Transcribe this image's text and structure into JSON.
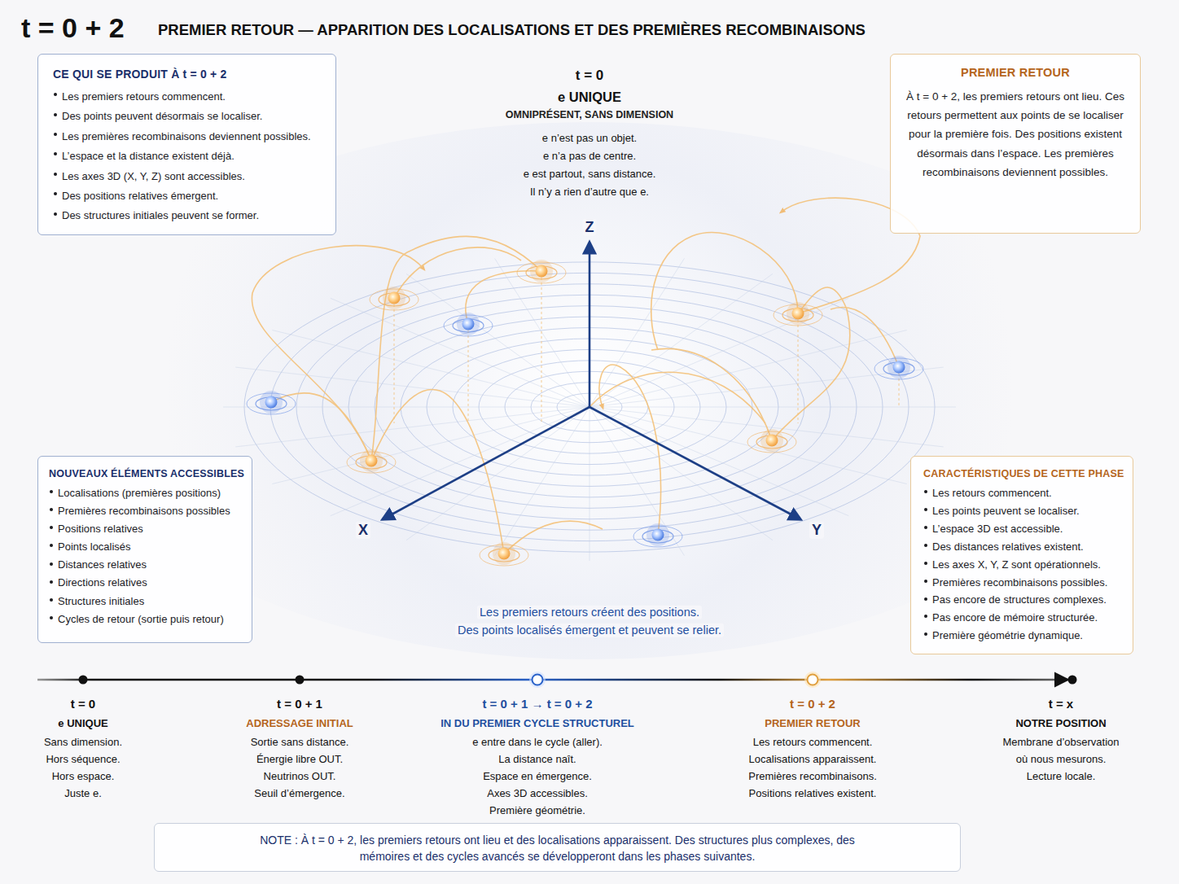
{
  "diagram": {
    "title": "t = 0 + 2",
    "nodes": [
      {
        "text": [
          "CE QUI SE PRODUIT À t = 0 + 2",
          "Les premiers retours commencent.",
          "Des points peuvent désormais se localiser.",
          "Les premières recombinaisons deviennent possibles.",
          "L’espace et la distance existent déjà.",
          "Les axes 3D (X, Y, Z) sont accessibles.",
          "Des positions relatives émergent.",
          "Des structures initiales peuvent se former."
        ]
      },
      {
        "text": [
          "PREMIER RETOUR",
          "À t = 0 + 2, les premiers retours ont lieu. Ces retours permettent aux points de se localiser pour la première fois. Des positions existent désormais dans l’espace. Les premières recombinaisons deviennent possibles."
        ]
      },
      {
        "text": [
          "NOUVEAUX ÉLÉMENTS ACCESSIBLES",
          "Localisations (premières positions)",
          "Premières recombinaisons possibles",
          "Positions relatives",
          "Points localisés",
          "Distances relatives",
          "Directions relatives",
          "Structures initiales",
          "Cycles de retour (sortie puis retour)"
        ]
      },
      {
        "text": [
          "CARACTÉRISTIQUES DE CETTE PHASE",
          "Les retours commencent.",
          "Les points peuvent se localiser.",
          "L’espace 3D est accessible.",
          "Des distances relatives existent.",
          "Les axes X, Y, Z sont opérationnels.",
          "Premières recombinaisons possibles.",
          "Pas encore de structures complexes.",
          "Pas encore de mémoire structurée.",
          "Première géométrie dynamique."
        ]
      },
      {
        "text": [
          "NOTE : À t = 0 + 2, les premiers retours ont lieu et des localisations apparaissent. Des structures plus complexes, des mémoires et des cycles avancés se développeront dans les phases suivantes."
        ]
      }
    ],
    "labels": [
      "PREMIER RETOUR — APPARITION DES LOCALISATIONS ET DES PREMIÈRES RECOMBINAISONS",
      "t = 0",
      "e UNIQUE",
      "OMNIPRÉSENT, SANS DIMENSION",
      "e n’est pas un objet.",
      "e n’a pas de centre.",
      "e est partout, sans distance.",
      "Il n’y a rien d’autre que e.",
      "Z",
      "X",
      "Y",
      "Les premiers retours créent des positions.",
      "Des points localisés émergent et peuvent se relier.",
      "t = 0",
      "e UNIQUE",
      "Sans dimension.",
      "Hors séquence.",
      "Hors espace.",
      "Juste e.",
      "t = 0 + 1",
      "ADRESSAGE INITIAL",
      "Sortie sans distance.",
      "Énergie libre OUT.",
      "Neutrinos OUT.",
      "Seuil d’émergence.",
      "t = 0 + 1 → t = 0 + 2",
      "IN DU PREMIER CYCLE STRUCTUREL",
      "e entre dans le cycle (aller).",
      "La distance naît.",
      "Espace en émergence.",
      "Axes 3D accessibles.",
      "Première géométrie.",
      "t = 0 + 2",
      "PREMIER RETOUR",
      "Les retours commencent.",
      "Localisations apparaissent.",
      "Premières recombinaisons.",
      "Positions relatives existent.",
      "t = x",
      "NOTRE POSITION",
      "Membrane d’observation",
      "où nous mesurons.",
      "Lecture locale."
    ]
  }
}
